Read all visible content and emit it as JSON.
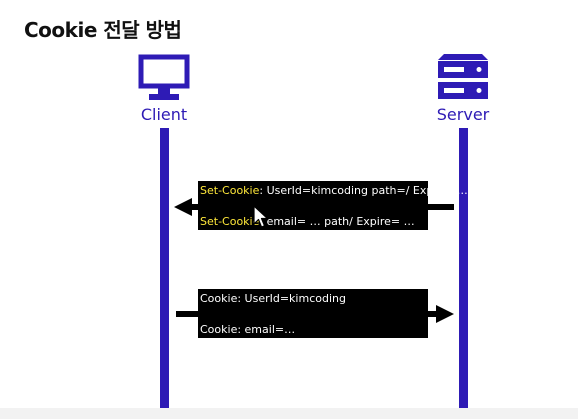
{
  "title": "Cookie 전달 방법",
  "actors": {
    "client": {
      "label": "Client",
      "icon": "monitor-icon"
    },
    "server": {
      "label": "Server",
      "icon": "server-icon"
    }
  },
  "messages": [
    {
      "direction": "server-to-client",
      "lines": [
        {
          "key": "Set-Cookie",
          "value": ": UserId=kimcoding path=/ Expire=…"
        },
        {
          "key": "Set-Cookie",
          "value": ": email= … path/ Expire= …"
        }
      ]
    },
    {
      "direction": "client-to-server",
      "lines": [
        {
          "key": "",
          "value": "Cookie: UserId=kimcoding"
        },
        {
          "key": "",
          "value": "Cookie: email=…"
        }
      ]
    }
  ],
  "colors": {
    "lifeline": "#2e1bb5",
    "highlight": "#ffe83a",
    "box": "#000000"
  }
}
